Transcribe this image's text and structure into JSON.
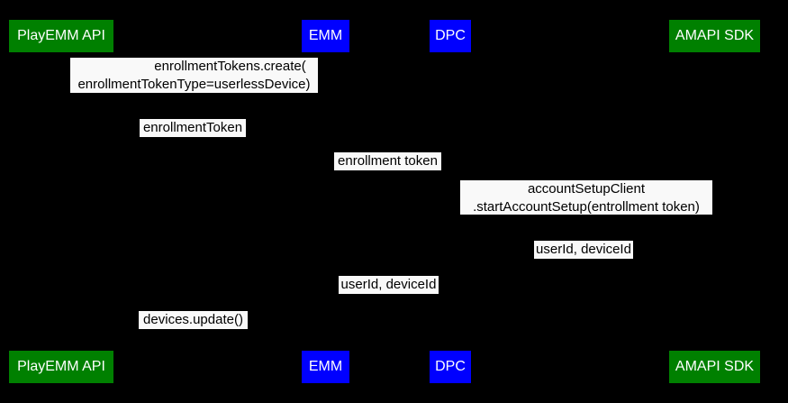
{
  "colors": {
    "background": "#000000",
    "actor_green": "#008000",
    "actor_blue": "#0000ff",
    "actor_text": "#ffffff",
    "message_bg": "#f9f9f9",
    "message_text": "#000000"
  },
  "actors": {
    "top": [
      {
        "label": "PlayEMM API",
        "color": "#008000"
      },
      {
        "label": "EMM",
        "color": "#0000ff"
      },
      {
        "label": "DPC",
        "color": "#0000ff"
      },
      {
        "label": "AMAPI SDK",
        "color": "#008000"
      }
    ],
    "bottom": [
      {
        "label": "PlayEMM API",
        "color": "#008000"
      },
      {
        "label": "EMM",
        "color": "#0000ff"
      },
      {
        "label": "DPC",
        "color": "#0000ff"
      },
      {
        "label": "AMAPI SDK",
        "color": "#008000"
      }
    ]
  },
  "messages": [
    {
      "lines": [
        "enrollmentTokens.create(",
        "enrollmentTokenType=userlessDevice)"
      ]
    },
    {
      "lines": [
        "enrollmentToken"
      ]
    },
    {
      "lines": [
        "enrollment token"
      ]
    },
    {
      "lines": [
        "accountSetupClient",
        ".startAccountSetup(entrollment token)"
      ]
    },
    {
      "lines": [
        "userId, deviceId"
      ]
    },
    {
      "lines": [
        "userId, deviceId"
      ]
    },
    {
      "lines": [
        "devices.update()"
      ]
    }
  ]
}
